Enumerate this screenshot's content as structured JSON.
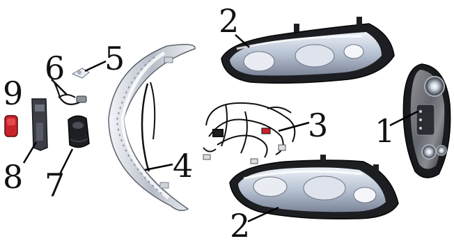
{
  "diagram": {
    "parts": [
      {
        "number": "1",
        "part": "instrument-cluster"
      },
      {
        "number": "2",
        "part": "headlight-assembly-upper"
      },
      {
        "number": "2",
        "part": "headlight-assembly-lower"
      },
      {
        "number": "3",
        "part": "wiring-harness"
      },
      {
        "number": "4",
        "part": "front-led-light-bar"
      },
      {
        "number": "5",
        "part": "small-bulb"
      },
      {
        "number": "6",
        "part": "bulb-socket-wire"
      },
      {
        "number": "7",
        "part": "relay-module"
      },
      {
        "number": "8",
        "part": "rear-reflector-bracket"
      },
      {
        "number": "9",
        "part": "red-reflector"
      }
    ]
  },
  "colors": {
    "chrome_dark": "#1c1c1e",
    "chrome_light": "#d8dbe2",
    "lens_blue": "#b9c6da",
    "reflector_red": "#d7262c",
    "wire_black": "#101010"
  }
}
